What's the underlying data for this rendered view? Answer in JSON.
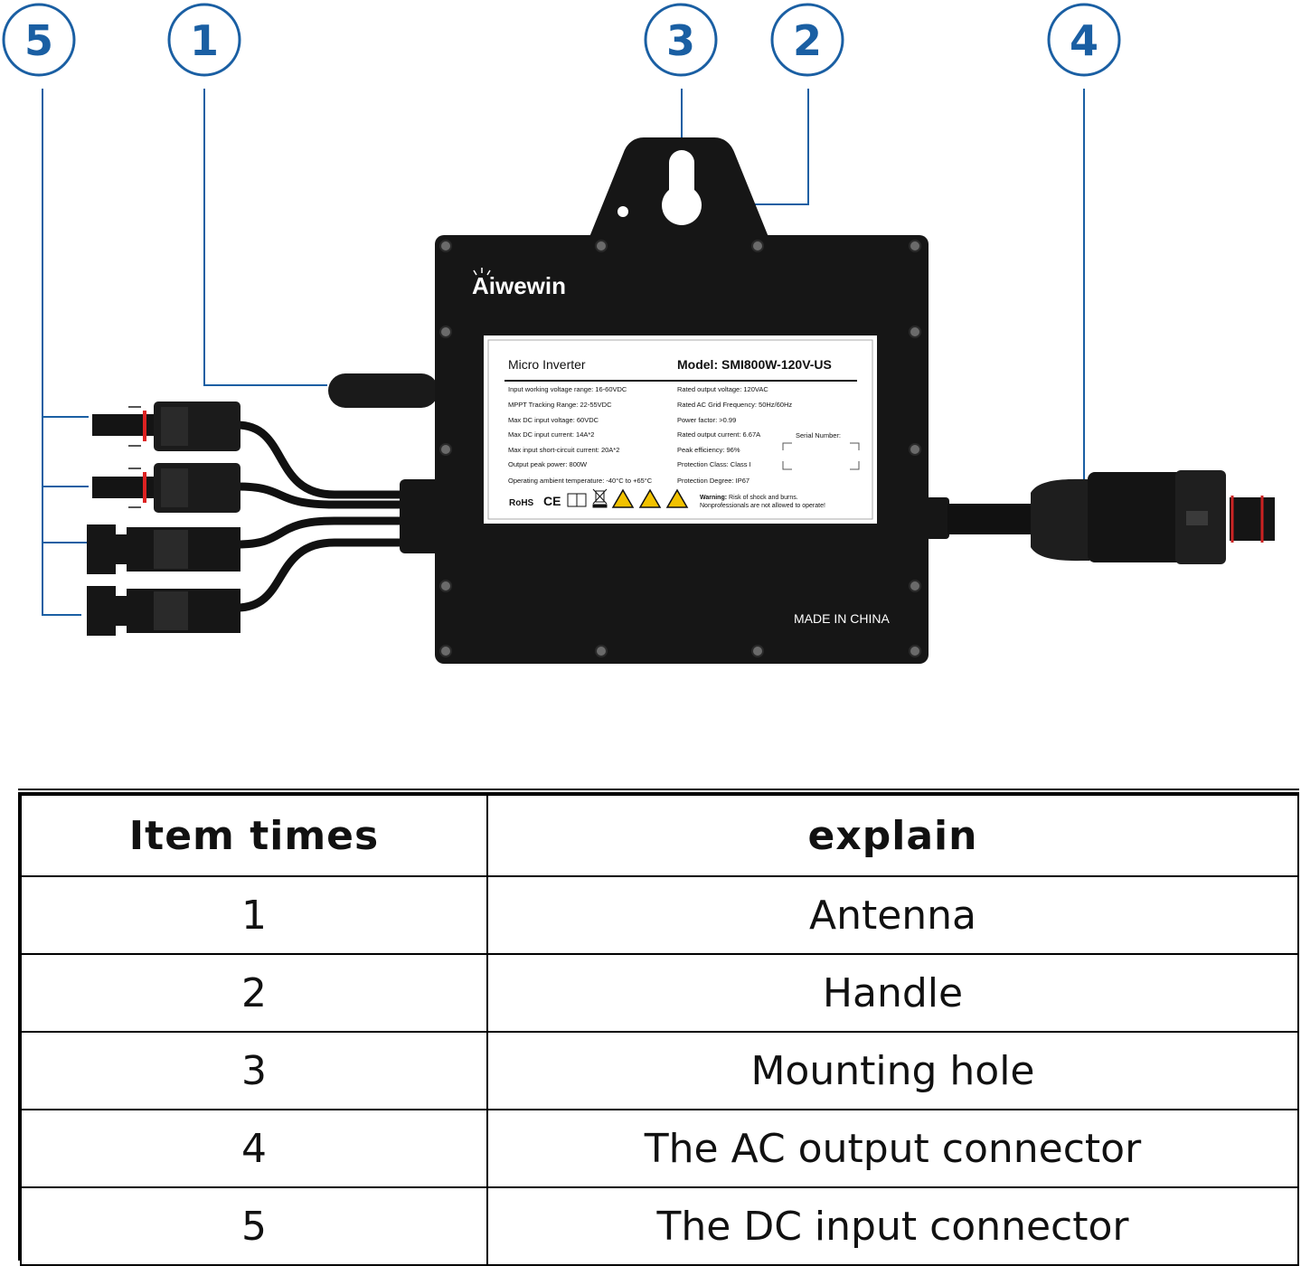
{
  "callouts": [
    "5",
    "1",
    "3",
    "2",
    "4"
  ],
  "device": {
    "brand": "Aiwewin",
    "made_in": "MADE IN CHINA",
    "label": {
      "product": "Micro Inverter",
      "model": "Model: SMI800W-120V-US",
      "left_specs": [
        "Input working voltage range: 16-60VDC",
        "MPPT Tracking Range: 22-55VDC",
        "Max DC input voltage: 60VDC",
        "Max DC input current: 14A*2",
        "Max input short-circuit current: 20A*2",
        "Output peak power: 800W",
        "Operating ambient temperature: -40°C to +65°C"
      ],
      "right_specs": [
        "Rated output voltage: 120VAC",
        "Rated AC Grid Frequency: 50Hz/60Hz",
        "Power factor: >0.99",
        "Rated output current: 6.67A",
        "Peak efficiency: 96%",
        "Protection Class: Class I",
        "Protection Degree: IP67"
      ],
      "serial_label": "Serial Number:",
      "rohs": "RoHS",
      "ce": "CE",
      "warning_title": "Warning:",
      "warning_line1": "Risk of shock and burns.",
      "warning_line2": "Nonprofessionals are not allowed to operate!"
    }
  },
  "table": {
    "headers": [
      "Item times",
      "explain"
    ],
    "rows": [
      [
        "1",
        "Antenna"
      ],
      [
        "2",
        "Handle"
      ],
      [
        "3",
        "Mounting hole"
      ],
      [
        "4",
        "The AC output connector"
      ],
      [
        "5",
        "The DC input connector"
      ]
    ]
  }
}
